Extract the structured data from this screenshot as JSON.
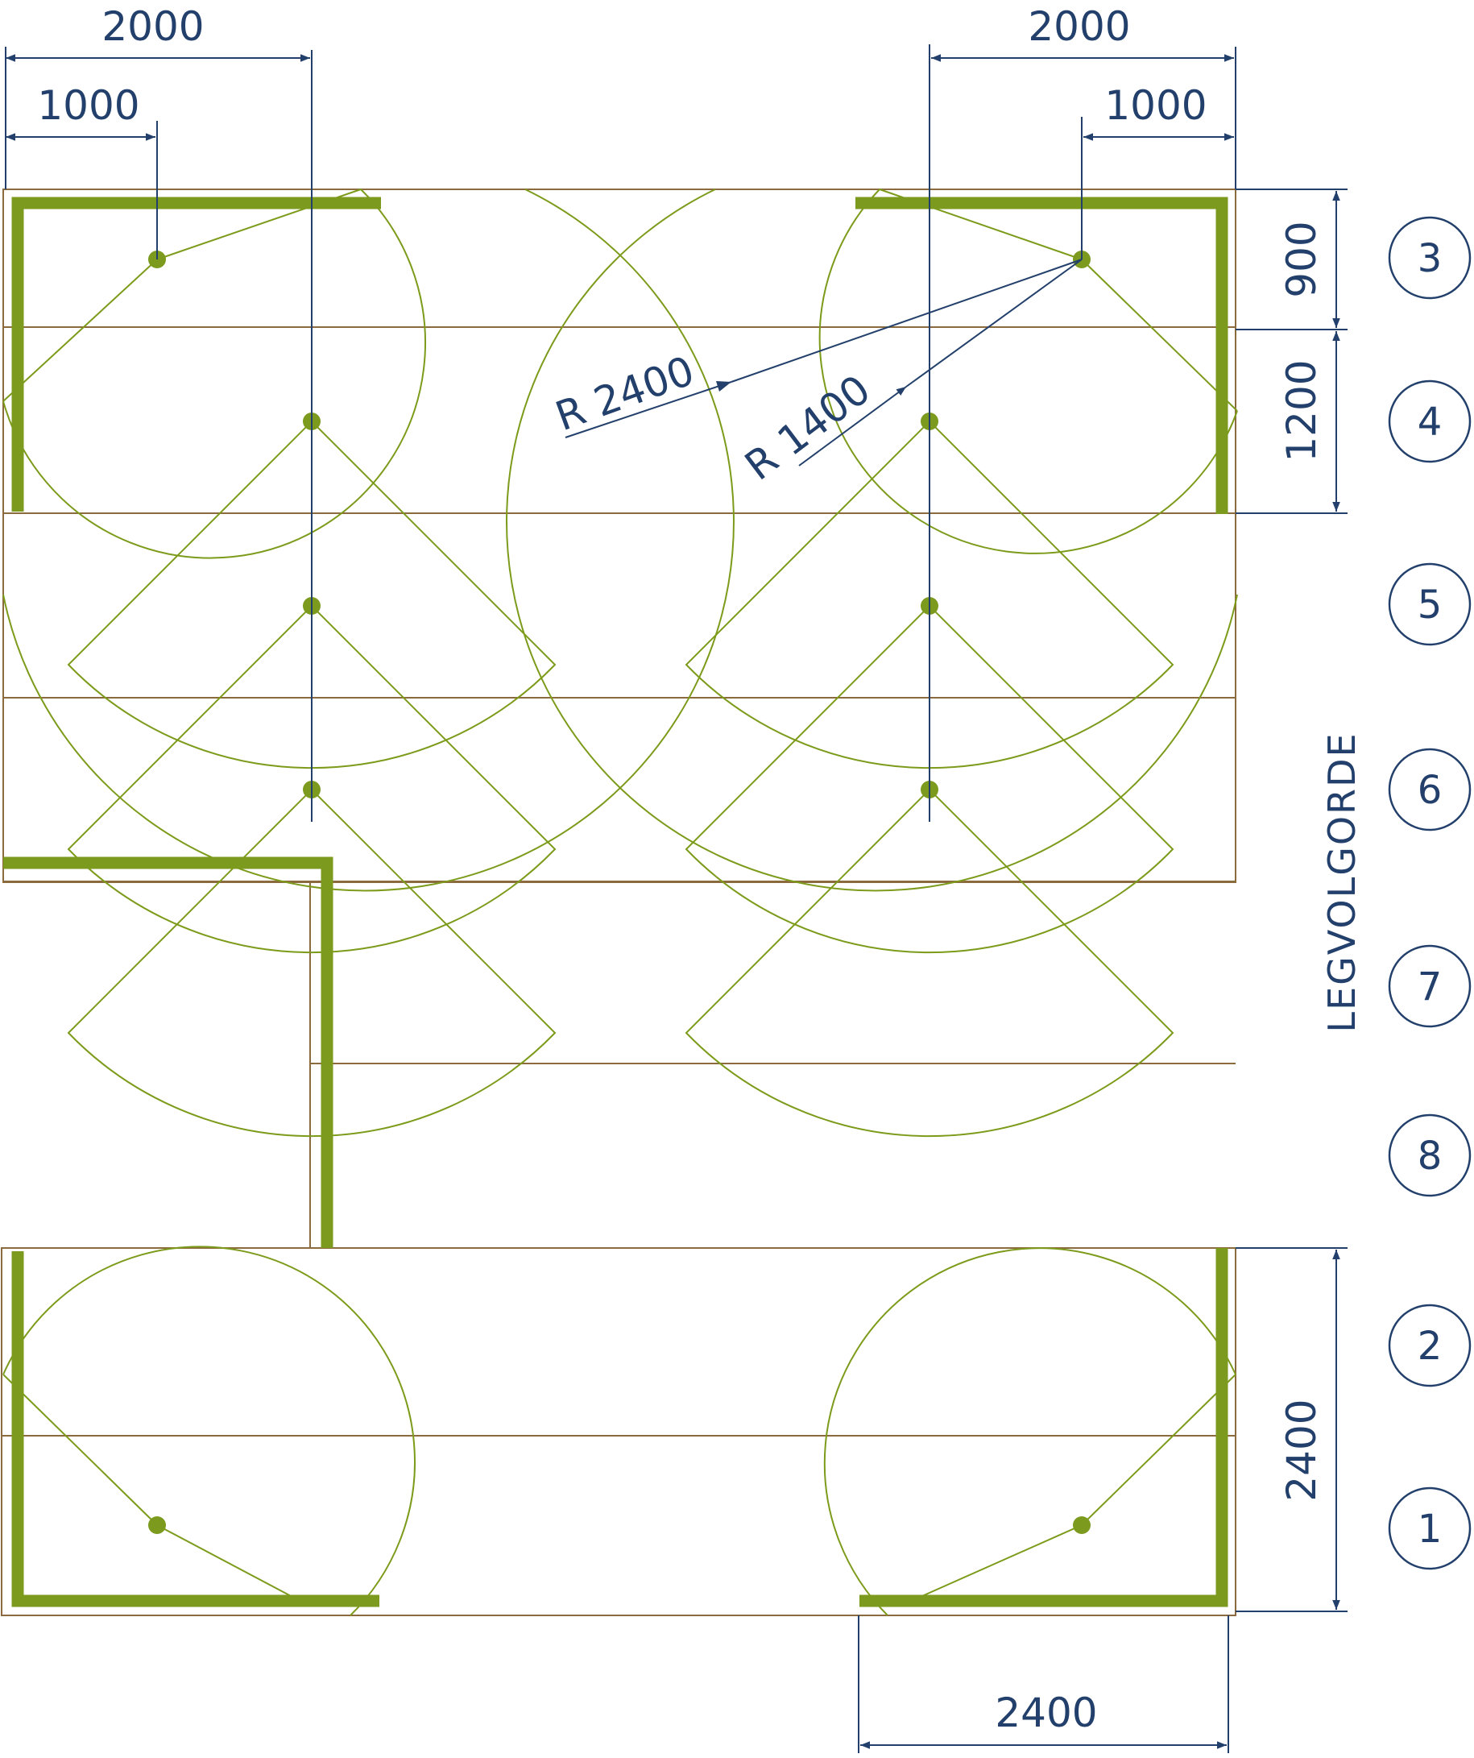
{
  "dimensions": {
    "top_left_outer": "2000",
    "top_left_inner": "1000",
    "top_right_outer": "2000",
    "top_right_inner": "1000",
    "row_height_top": "900",
    "row_height_second": "1200",
    "bottom_height": "2400",
    "bottom_width": "2400",
    "radius_large": "R 2400",
    "radius_small": "R 1400"
  },
  "sequence": {
    "title": "LEGVOLGORDE",
    "rows": [
      "3",
      "4",
      "5",
      "6",
      "7",
      "8",
      "2",
      "1"
    ]
  },
  "colors": {
    "border": "#7b9a1e",
    "coverage_arc": "#7d9b1b",
    "strip_line": "#8b6a3e",
    "dimension": "#22406b"
  }
}
